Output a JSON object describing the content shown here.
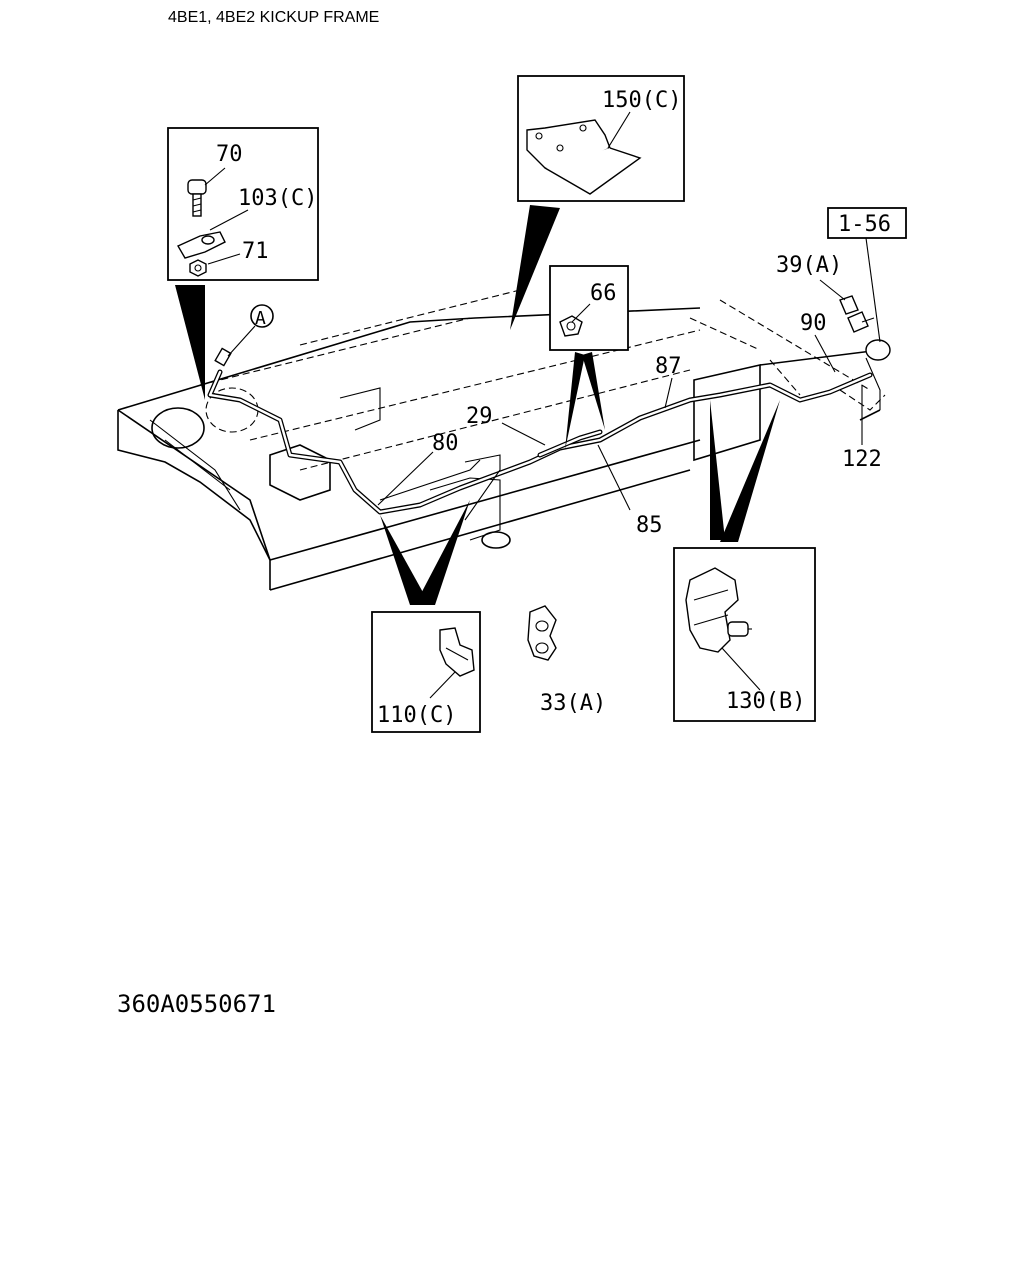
{
  "header": {
    "title": "4BE1, 4BE2 KICKUP FRAME"
  },
  "footer": {
    "code": "360A0550671"
  },
  "callouts": {
    "c70": "70",
    "c103": "103(C)",
    "c71": "71",
    "c150": "150(C)",
    "c156": "1-56",
    "c39": "39(A)",
    "c90": "90",
    "c66": "66",
    "c87": "87",
    "c29": "29",
    "c80": "80",
    "c85": "85",
    "c122": "122",
    "c110": "110(C)",
    "c33": "33(A)",
    "c130": "130(B)",
    "cA": "A"
  }
}
